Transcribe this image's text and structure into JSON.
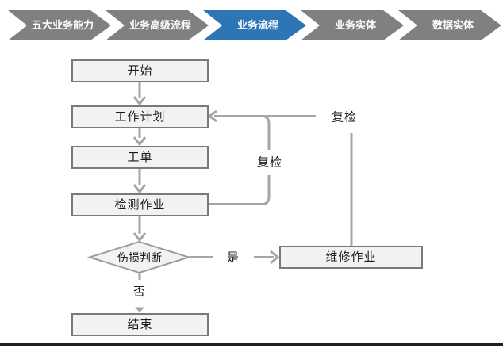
{
  "nav": {
    "items": [
      {
        "label": "五大业务能力",
        "active": false
      },
      {
        "label": "业务高级流程",
        "active": false
      },
      {
        "label": "业务流程",
        "active": true
      },
      {
        "label": "业务实体",
        "active": false
      },
      {
        "label": "数据实体",
        "active": false
      }
    ],
    "active_color": "#2E75B6",
    "inactive_color": "#808080",
    "text_color": "#FFFFFF"
  },
  "flowchart": {
    "nodes": [
      {
        "id": "start",
        "label": "开始",
        "type": "process"
      },
      {
        "id": "work-plan",
        "label": "工作计划",
        "type": "process"
      },
      {
        "id": "work-order",
        "label": "工单",
        "type": "process"
      },
      {
        "id": "inspection-job",
        "label": "检测作业",
        "type": "process"
      },
      {
        "id": "damage-judgment",
        "label": "伤损判断",
        "type": "decision"
      },
      {
        "id": "repair-job",
        "label": "维修作业",
        "type": "process"
      },
      {
        "id": "end",
        "label": "结束",
        "type": "process"
      }
    ],
    "edge_labels": {
      "yes": "是",
      "no": "否",
      "recheck_inner": "复检",
      "recheck_outer": "复检"
    },
    "colors": {
      "node_fill": "#F2F2F2",
      "node_border": "#7A7A7A",
      "connector": "#A6A6A6"
    }
  }
}
